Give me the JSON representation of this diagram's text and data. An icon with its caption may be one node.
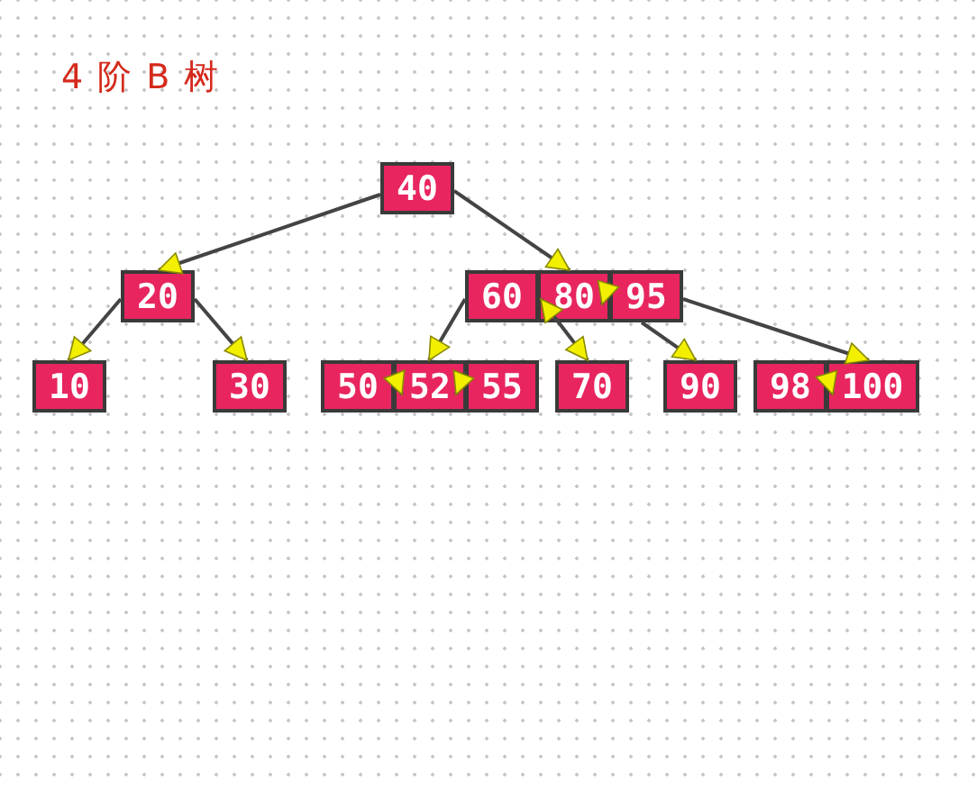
{
  "diagram": {
    "title": "4 阶 B 树",
    "nodes": [
      {
        "text": [
          "40"
        ]
      },
      {
        "text": [
          "20"
        ]
      },
      {
        "text": [
          "60"
        ]
      },
      {
        "text": [
          "80"
        ]
      },
      {
        "text": [
          "95"
        ]
      },
      {
        "text": [
          "10"
        ]
      },
      {
        "text": [
          "30"
        ]
      },
      {
        "text": [
          "50"
        ]
      },
      {
        "text": [
          "52"
        ]
      },
      {
        "text": [
          "55"
        ]
      },
      {
        "text": [
          "70"
        ]
      },
      {
        "text": [
          "90"
        ]
      },
      {
        "text": [
          "98"
        ]
      },
      {
        "text": [
          "100"
        ]
      }
    ],
    "edges": [
      {
        "from": 0,
        "to": 1,
        "arrow": "to"
      },
      {
        "from": 0,
        "to": 3,
        "arrow": "to"
      },
      {
        "from": 1,
        "to": 5,
        "arrow": "to"
      },
      {
        "from": 1,
        "to": 6,
        "arrow": "to"
      },
      {
        "from": 2,
        "to": 8,
        "arrow": "to"
      },
      {
        "from": 3,
        "to": 10,
        "arrow": "both"
      },
      {
        "from": 4,
        "to": 11,
        "arrow": "to"
      },
      {
        "from": 4,
        "to": 13,
        "arrow": "to"
      },
      {
        "from": 7,
        "to": 8,
        "arrow": "to"
      },
      {
        "from": 9,
        "to": 8,
        "arrow": "to"
      },
      {
        "from": 4,
        "to": 3,
        "arrow": "to"
      },
      {
        "from": 12,
        "to": 13,
        "arrow": "to"
      }
    ]
  }
}
